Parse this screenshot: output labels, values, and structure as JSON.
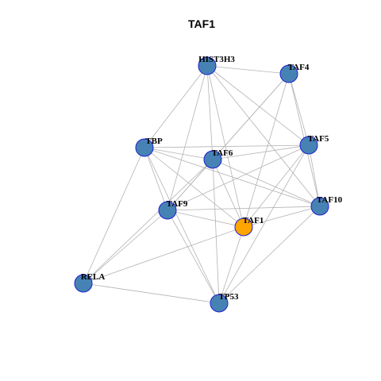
{
  "title": "TAF1",
  "colors": {
    "node_fill": "#4682b4",
    "node_stroke": "#1f1fd0",
    "focus_fill": "#ffa500",
    "focus_stroke": "#1f1fd0",
    "edge": "#b3b3b3",
    "label": "#000000"
  },
  "nodes": [
    {
      "id": "HIST3H3",
      "label": "HIST3H3",
      "focus": false
    },
    {
      "id": "TAF4",
      "label": "TAF4",
      "focus": false
    },
    {
      "id": "TBP",
      "label": "TBP",
      "focus": false
    },
    {
      "id": "TAF6",
      "label": "TAF6",
      "focus": false
    },
    {
      "id": "TAF5",
      "label": "TAF5",
      "focus": false
    },
    {
      "id": "TAF10",
      "label": "TAF10",
      "focus": false
    },
    {
      "id": "TAF9",
      "label": "TAF9",
      "focus": false
    },
    {
      "id": "TAF1",
      "label": "TAF1",
      "focus": true
    },
    {
      "id": "RELA",
      "label": "RELA",
      "focus": false
    },
    {
      "id": "TP53",
      "label": "TP53",
      "focus": false
    }
  ],
  "edges": [
    [
      "HIST3H3",
      "TAF4"
    ],
    [
      "HIST3H3",
      "TBP"
    ],
    [
      "HIST3H3",
      "TAF6"
    ],
    [
      "HIST3H3",
      "TAF5"
    ],
    [
      "HIST3H3",
      "TAF10"
    ],
    [
      "HIST3H3",
      "TAF9"
    ],
    [
      "HIST3H3",
      "TAF1"
    ],
    [
      "TAF4",
      "TAF6"
    ],
    [
      "TAF4",
      "TAF5"
    ],
    [
      "TAF4",
      "TAF10"
    ],
    [
      "TAF4",
      "TAF9"
    ],
    [
      "TAF4",
      "TAF1"
    ],
    [
      "TBP",
      "TAF6"
    ],
    [
      "TBP",
      "TAF5"
    ],
    [
      "TBP",
      "TAF10"
    ],
    [
      "TBP",
      "TAF9"
    ],
    [
      "TBP",
      "TAF1"
    ],
    [
      "TBP",
      "RELA"
    ],
    [
      "TBP",
      "TP53"
    ],
    [
      "TAF6",
      "TAF5"
    ],
    [
      "TAF6",
      "TAF10"
    ],
    [
      "TAF6",
      "TAF9"
    ],
    [
      "TAF6",
      "TAF1"
    ],
    [
      "TAF6",
      "RELA"
    ],
    [
      "TAF6",
      "TP53"
    ],
    [
      "TAF5",
      "TAF10"
    ],
    [
      "TAF5",
      "TAF9"
    ],
    [
      "TAF5",
      "TAF1"
    ],
    [
      "TAF5",
      "TP53"
    ],
    [
      "TAF10",
      "TAF9"
    ],
    [
      "TAF10",
      "TAF1"
    ],
    [
      "TAF10",
      "TP53"
    ],
    [
      "TAF9",
      "TAF1"
    ],
    [
      "TAF9",
      "RELA"
    ],
    [
      "TAF9",
      "TP53"
    ],
    [
      "TAF1",
      "RELA"
    ],
    [
      "TAF1",
      "TP53"
    ],
    [
      "RELA",
      "TP53"
    ]
  ]
}
